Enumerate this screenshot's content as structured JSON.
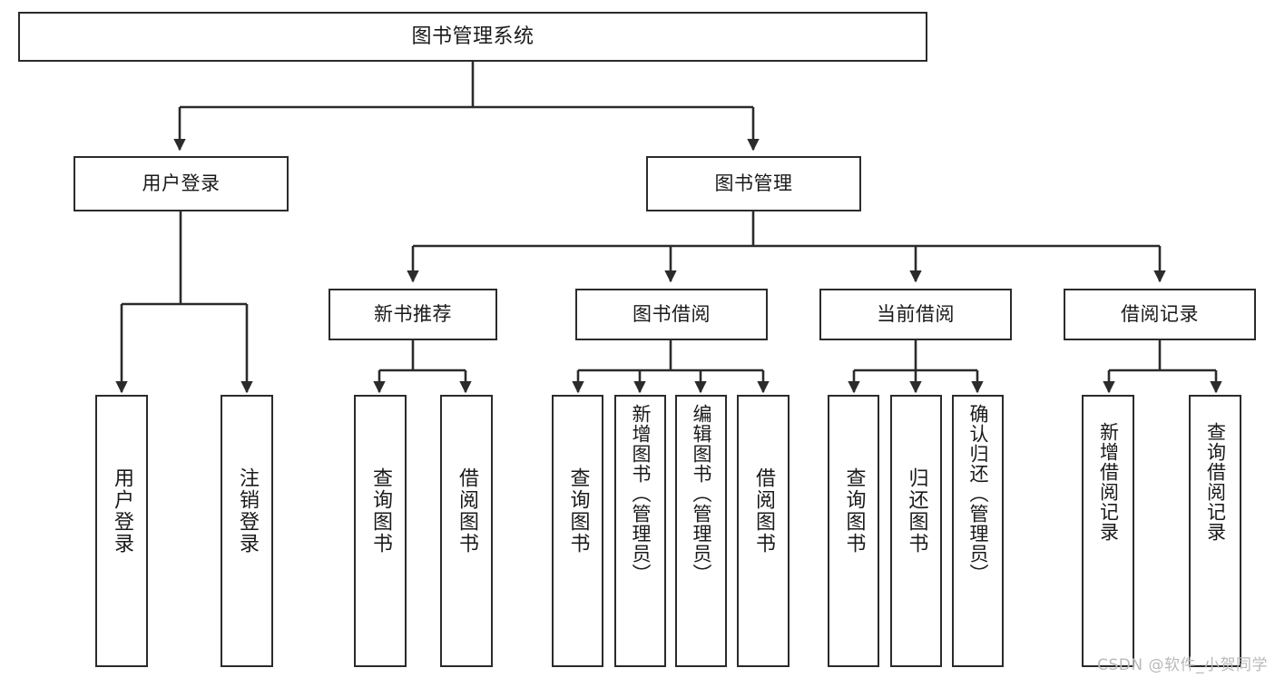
{
  "diagram": {
    "title": "图书管理系统",
    "type": "tree-hierarchy-chart",
    "watermark": "CSDN @软件_小贺同学",
    "colors": {
      "box_border": "#2b2b2b",
      "box_fill": "#ffffff",
      "edge": "#2b2b2b",
      "text": "#1a1a1a",
      "watermark": "#b9b9b9"
    },
    "nodes": {
      "root": {
        "label": "图书管理系统"
      },
      "level1": [
        {
          "id": "user-login",
          "label": "用户登录"
        },
        {
          "id": "book-manage",
          "label": "图书管理"
        }
      ],
      "level2": [
        {
          "id": "new-book-rec",
          "label": "新书推荐"
        },
        {
          "id": "book-borrow",
          "label": "图书借阅"
        },
        {
          "id": "current-borrow",
          "label": "当前借阅"
        },
        {
          "id": "borrow-record",
          "label": "借阅记录"
        }
      ],
      "leaves": {
        "user-login": [
          {
            "id": "leaf-user-login",
            "label": "用户登录"
          },
          {
            "id": "leaf-logout",
            "label": "注销登录"
          }
        ],
        "new-book-rec": [
          {
            "id": "leaf-query-book-1",
            "label": "查询图书"
          },
          {
            "id": "leaf-borrow-book-1",
            "label": "借阅图书"
          }
        ],
        "book-borrow": [
          {
            "id": "leaf-query-book-2",
            "label": "查询图书"
          },
          {
            "id": "leaf-add-book",
            "label": "新增图书（管理员）"
          },
          {
            "id": "leaf-edit-book",
            "label": "编辑图书（管理员）"
          },
          {
            "id": "leaf-borrow-book-2",
            "label": "借阅图书"
          }
        ],
        "current-borrow": [
          {
            "id": "leaf-query-book-3",
            "label": "查询图书"
          },
          {
            "id": "leaf-return-book",
            "label": "归还图书"
          },
          {
            "id": "leaf-confirm-return",
            "label": "确认归还（管理员）"
          }
        ],
        "borrow-record": [
          {
            "id": "leaf-add-record",
            "label": "新增借阅记录"
          },
          {
            "id": "leaf-query-record",
            "label": "查询借阅记录"
          }
        ]
      }
    }
  }
}
